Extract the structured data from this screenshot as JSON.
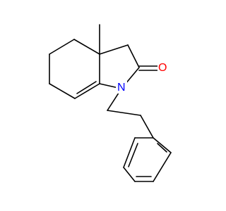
{
  "structure": {
    "atoms": {
      "methyl_label": "methyl",
      "oxygen": "O",
      "nitrogen": "N"
    },
    "colors": {
      "bond": "#000000",
      "text": "#000000",
      "oxygen": "#ff0000",
      "nitrogen": "#0000ff",
      "background": "#ffffff"
    }
  }
}
